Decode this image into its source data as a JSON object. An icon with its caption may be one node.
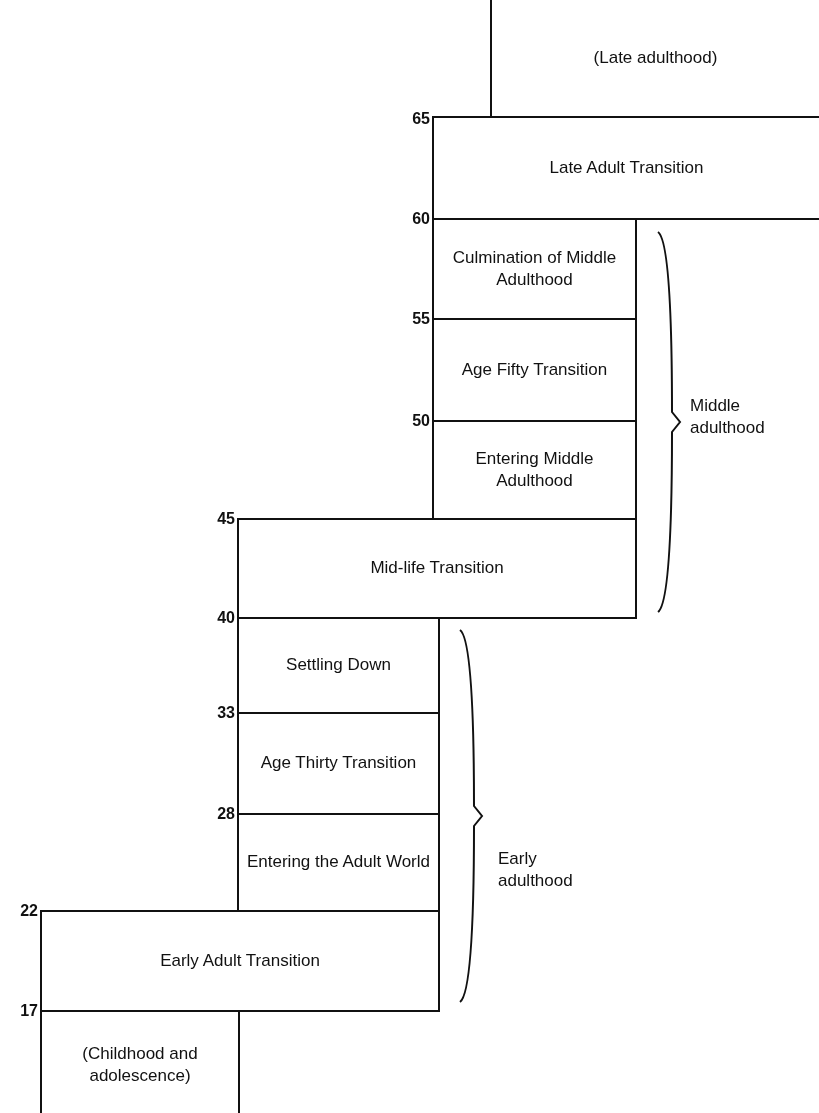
{
  "diagram": {
    "nodes": [
      {
        "text": [
          "(Late adulthood)"
        ]
      },
      {
        "text": [
          "Late Adult Transition"
        ]
      },
      {
        "text": [
          "Culmination of Middle Adulthood"
        ]
      },
      {
        "text": [
          "Age Fifty Transition"
        ]
      },
      {
        "text": [
          "Entering Middle Adulthood"
        ]
      },
      {
        "text": [
          "Mid-life Transition"
        ]
      },
      {
        "text": [
          "Settling Down"
        ]
      },
      {
        "text": [
          "Age Thirty Transition"
        ]
      },
      {
        "text": [
          "Entering the Adult World"
        ]
      },
      {
        "text": [
          "Early Adult Transition"
        ]
      },
      {
        "text": [
          "(Childhood and adolescence)"
        ]
      }
    ],
    "labels": [
      "65",
      "60",
      "55",
      "50",
      "Middle adulthood",
      "45",
      "40",
      "33",
      "28",
      "Early adulthood",
      "22",
      "17"
    ]
  }
}
